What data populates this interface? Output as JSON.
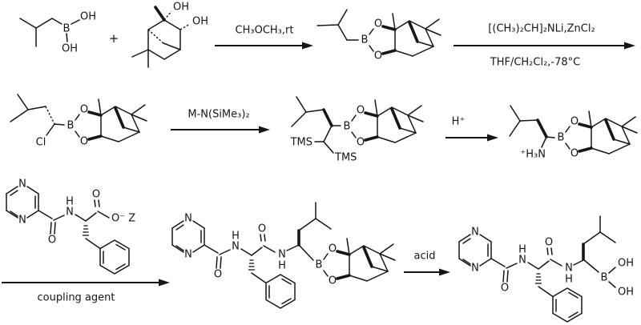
{
  "labels": {
    "plus": "+",
    "step1_above": "CH₃OCH₃,rt",
    "step2_above": "[(CH₃)₂CH]₂NLi,ZnCl₂",
    "step2_below": "THF/CH₂Cl₂,-78°C",
    "step3_above": "M-N(SiMe₃)₂",
    "step4_above": "H⁺",
    "step5_below": "coupling agent",
    "step6_above": "acid"
  },
  "atoms": {
    "boron": "B",
    "oxygen": "O",
    "nitrogen": "N",
    "hydrogen": "H",
    "hydroxyl": "OH",
    "chloride": "Cl",
    "tms": "TMS",
    "ammonium": "⁺H₃N",
    "carboxylate_z": "O⁻ Z"
  },
  "colors": {
    "ink": "#161616",
    "background": "#ffffff"
  }
}
